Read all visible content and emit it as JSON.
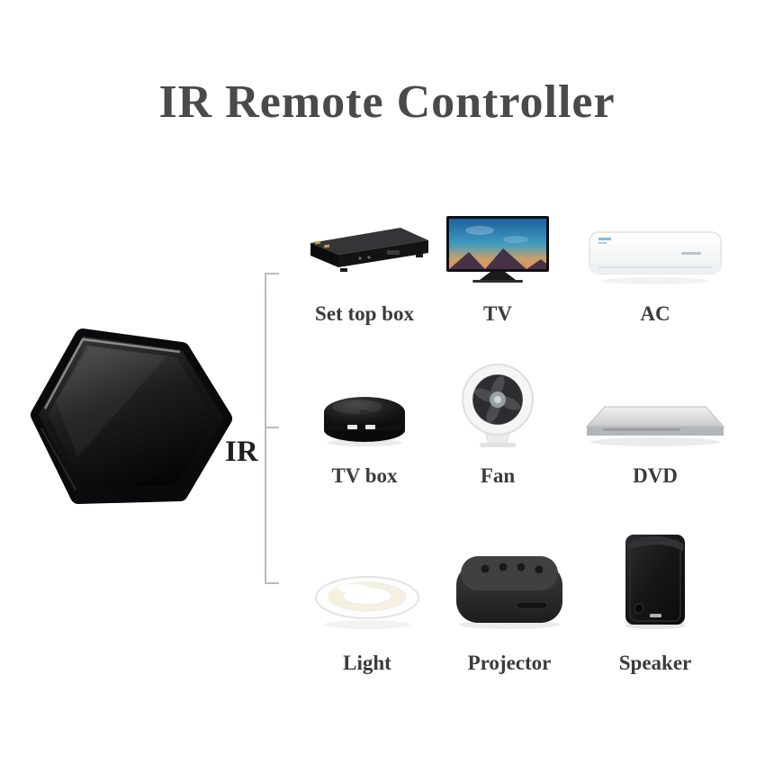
{
  "title": "IR Remote Controller",
  "device": {
    "ir_label": "IR",
    "body_color": "#0b0b0d"
  },
  "bracket": {
    "color": "#b7bcc2"
  },
  "text_color": "#3b3b3b",
  "grid": {
    "items": [
      {
        "name": "set-top-box",
        "label": "Set top box"
      },
      {
        "name": "tv",
        "label": "TV"
      },
      {
        "name": "ac",
        "label": "AC"
      },
      {
        "name": "tv-box",
        "label": "TV box"
      },
      {
        "name": "fan",
        "label": "Fan"
      },
      {
        "name": "dvd",
        "label": "DVD"
      },
      {
        "name": "light",
        "label": "Light"
      },
      {
        "name": "projector",
        "label": "Projector"
      },
      {
        "name": "speaker",
        "label": "Speaker"
      }
    ]
  }
}
